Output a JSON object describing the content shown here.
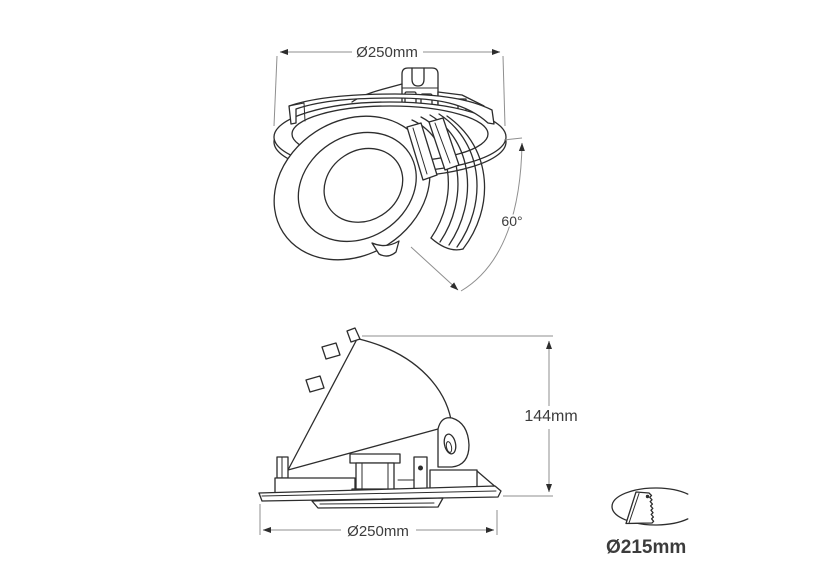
{
  "diagram": {
    "type": "technical-dimension-drawing",
    "subject": "adjustable-recessed-gimbal-downlight",
    "colors": {
      "outline": "#2d2d2d",
      "dim_line": "#8f8f8f",
      "arrow": "#2d2d2d",
      "text": "#3c3c3c"
    },
    "top_view": {
      "diameter_label": "Ø250mm",
      "tilt_angle_label": "60°"
    },
    "side_view": {
      "height_label": "144mm",
      "diameter_label": "Ø250mm"
    },
    "cutout": {
      "icon": "ceiling-cutout-saw-icon",
      "diameter_label": "Ø215mm"
    }
  }
}
